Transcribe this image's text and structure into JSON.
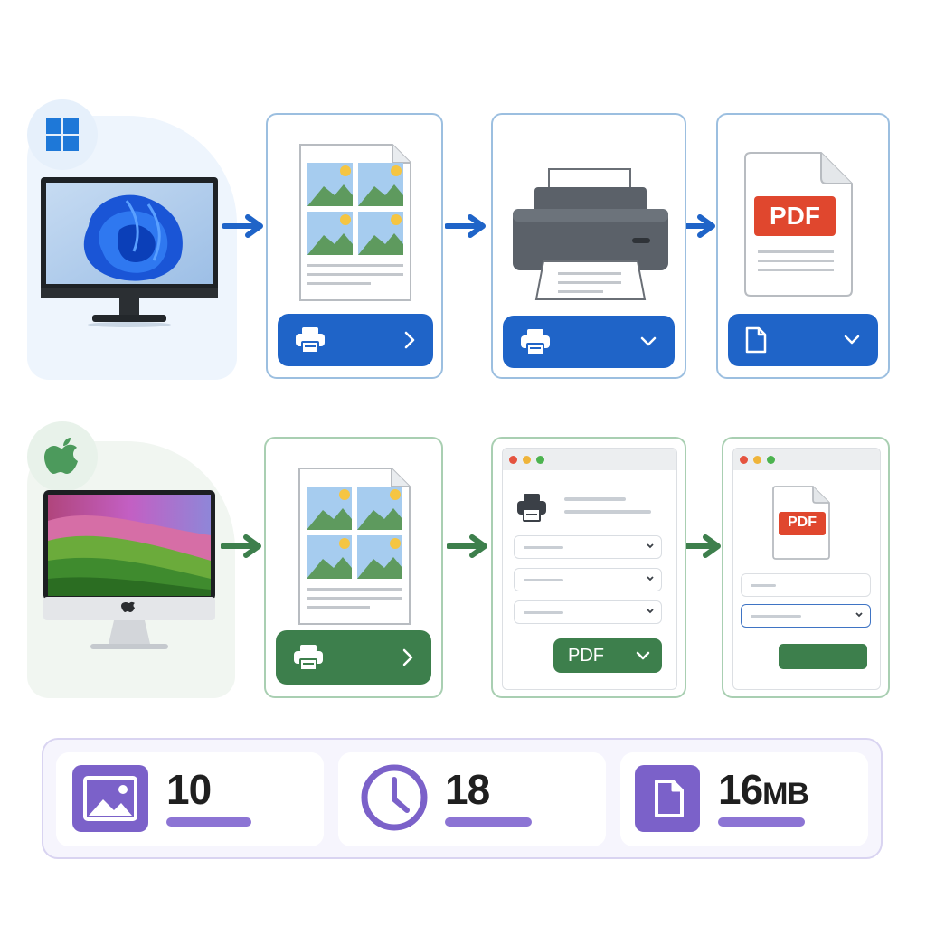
{
  "colors": {
    "windows_accent": "#1f64c8",
    "mac_accent": "#3d7f4c",
    "stats_accent": "#7b61c9",
    "pdf_red": "#e0472e"
  },
  "icons": {
    "windows": "windows-logo-icon",
    "apple": "apple-logo-icon",
    "printer": "printer-icon",
    "document": "document-icon",
    "image": "image-icon",
    "clock": "clock-icon",
    "chevron_right": "chevron-right-icon",
    "chevron_down": "chevron-down-icon"
  },
  "windows_flow": {
    "pdf_label": "PDF"
  },
  "mac_flow": {
    "pdf_button_label": "PDF",
    "pdf_label": "PDF"
  },
  "stats": [
    {
      "icon": "image-icon",
      "value": "10",
      "unit": ""
    },
    {
      "icon": "clock-icon",
      "value": "18",
      "unit": ""
    },
    {
      "icon": "document-icon",
      "value": "16",
      "unit": "MB"
    }
  ]
}
